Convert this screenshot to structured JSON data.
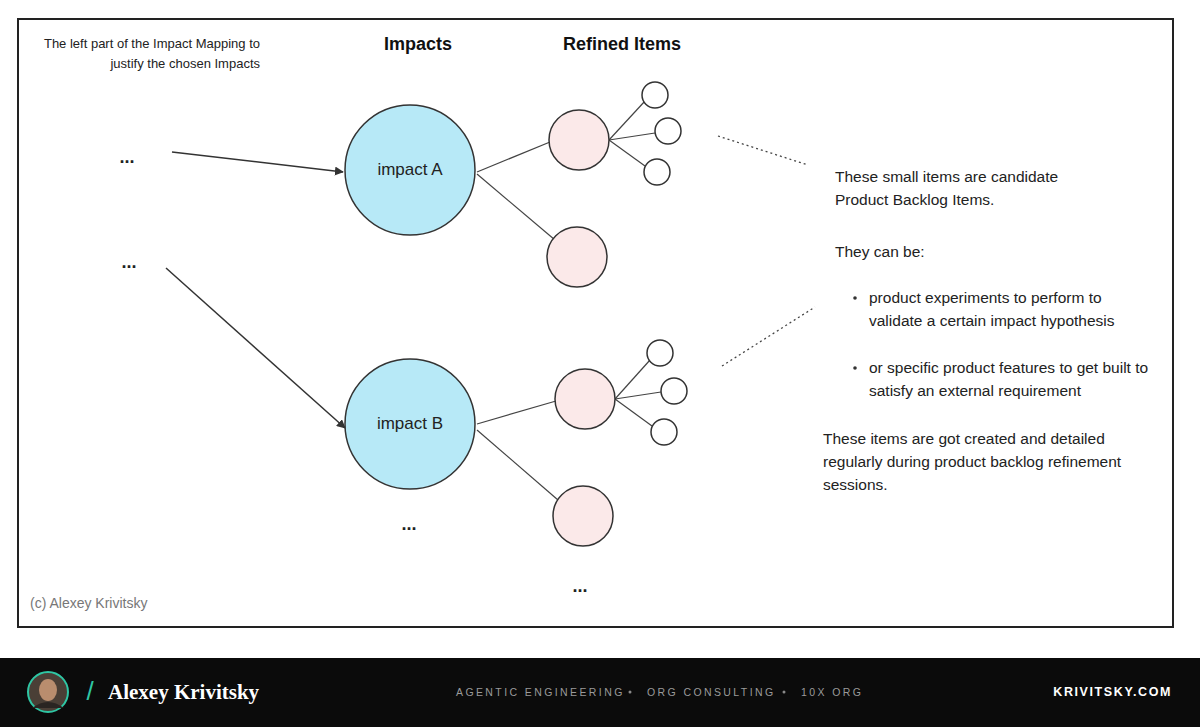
{
  "diagram": {
    "nodes": [
      {
        "text": [
          "impact A"
        ]
      },
      {
        "text": [
          "impact B"
        ]
      }
    ],
    "labels": [
      "The left part of the Impact Mapping to justify the chosen Impacts",
      "Impacts",
      "Refined Items",
      "...",
      "...",
      "These small items are candidate Product Backlog Items.",
      "They can be:",
      "product experiments to perform to validate a certain impact hypothesis",
      "or specific product features to get built to satisfy an external requirement",
      "These items are got created and detailed regularly during product backlog refinement sessions.",
      "...",
      "...",
      "(c) Alexey Krivitsky",
      "/",
      "Alexey Krivitsky",
      "AGENTIC ENGINEERING",
      "ORG CONSULTING",
      "10X ORG",
      "KRIVITSKY.COM"
    ]
  }
}
